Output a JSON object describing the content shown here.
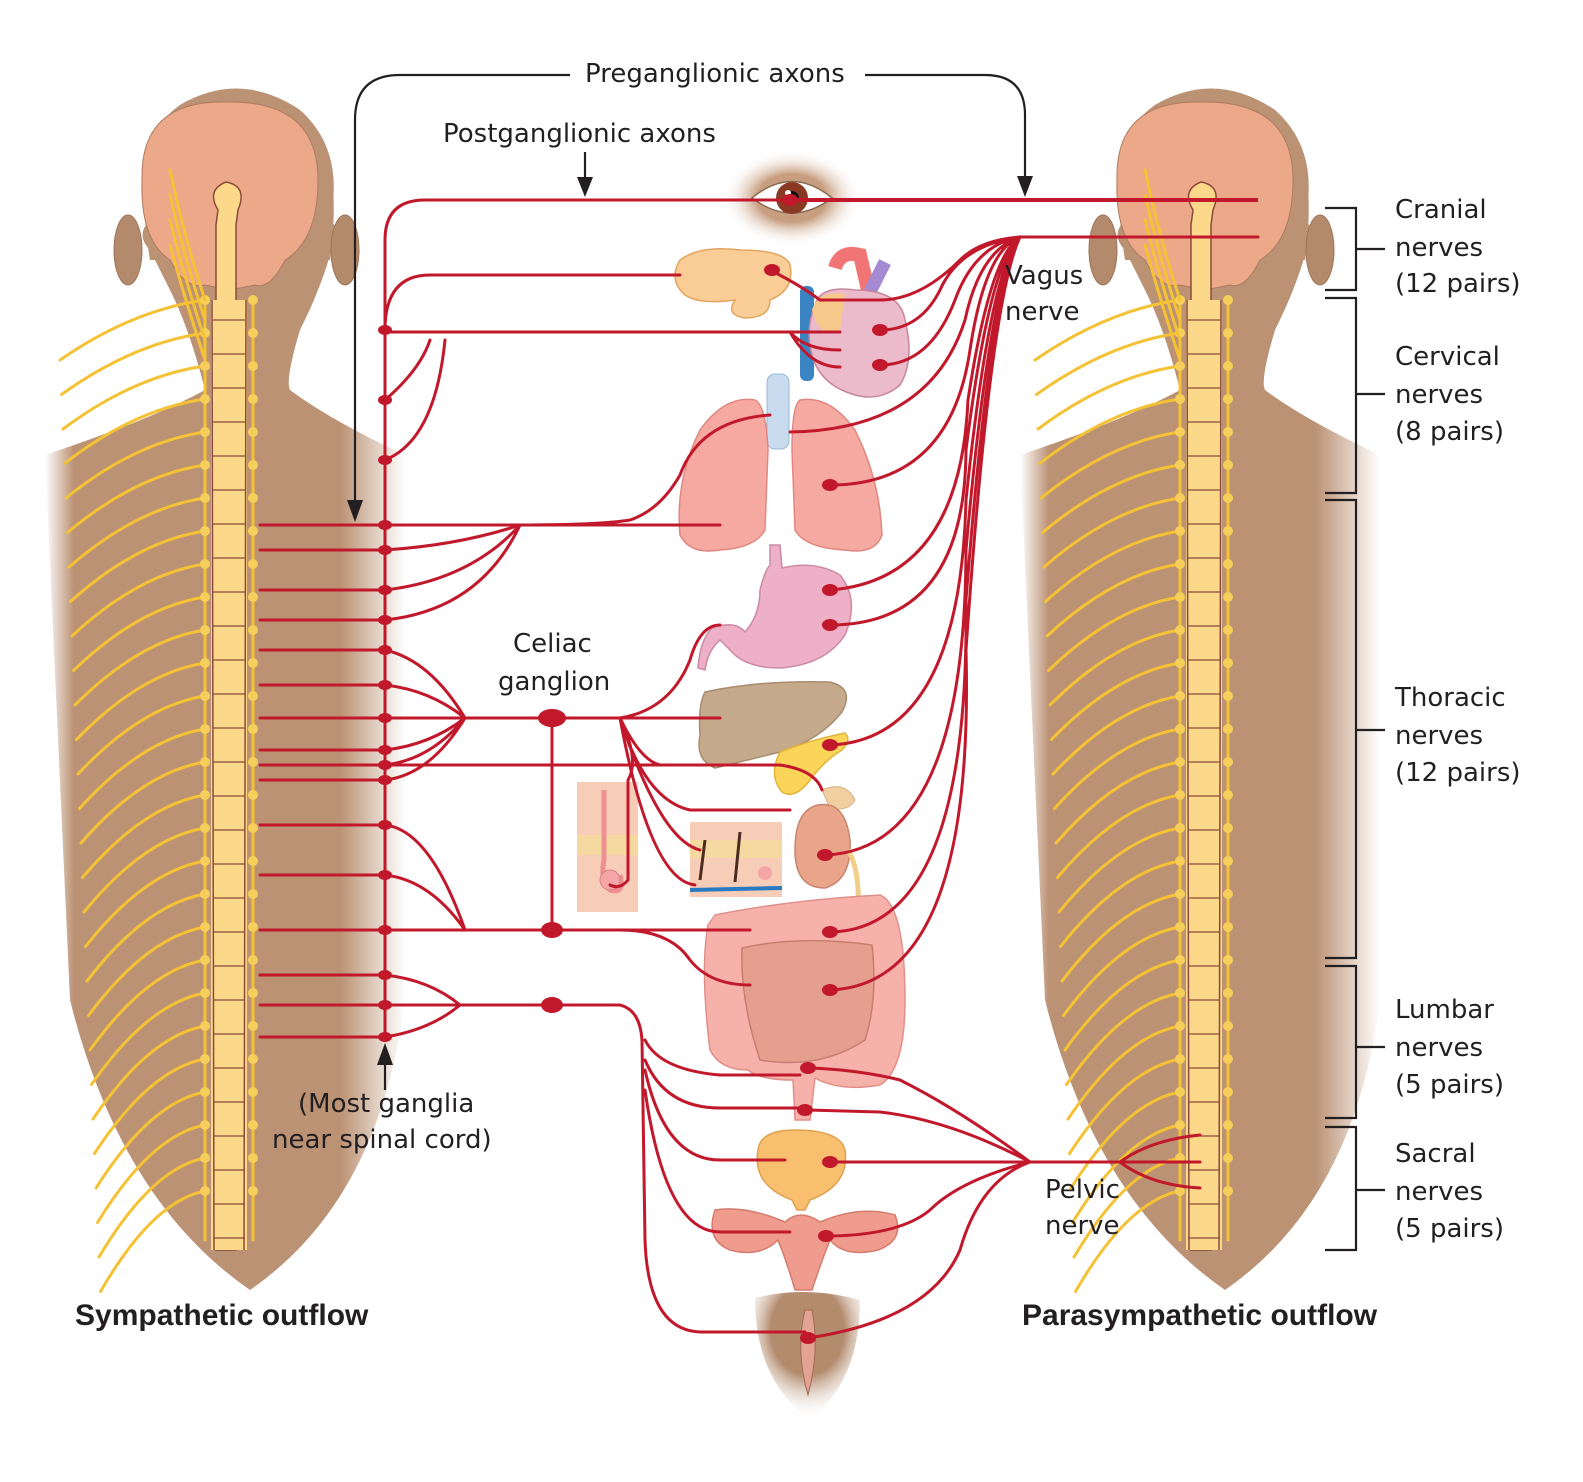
{
  "labels": {
    "preganglionic": "Preganglionic axons",
    "postganglionic": "Postganglionic axons",
    "vagus_line1": "Vagus",
    "vagus_line2": "nerve",
    "celiac_line1": "Celiac",
    "celiac_line2": "ganglion",
    "ganglia_line1": "(Most ganglia",
    "ganglia_line2": "near spinal cord)",
    "pelvic_line1": "Pelvic",
    "pelvic_line2": "nerve",
    "sympathetic": "Sympathetic outflow",
    "parasympathetic": "Parasympathetic outflow"
  },
  "spinal_regions": [
    {
      "name": "Cranial",
      "line2": "nerves",
      "line3": "(12 pairs)"
    },
    {
      "name": "Cervical",
      "line2": "nerves",
      "line3": "(8 pairs)"
    },
    {
      "name": "Thoracic",
      "line2": "nerves",
      "line3": "(12 pairs)"
    },
    {
      "name": "Lumbar",
      "line2": "nerves",
      "line3": "(5 pairs)"
    },
    {
      "name": "Sacral",
      "line2": "nerves",
      "line3": "(5 pairs)"
    }
  ],
  "organs": [
    "eye",
    "salivary-gland",
    "heart",
    "lungs",
    "stomach",
    "liver",
    "pancreas",
    "adrenal-kidney",
    "skin-sweat-gland",
    "skin-hair",
    "large-intestine",
    "small-intestine",
    "rectum",
    "bladder",
    "uterus-ovaries",
    "genitals"
  ],
  "colors": {
    "nerve": "#c2182b",
    "skin": "#bb9274",
    "brain": "#eba98a",
    "spinal_nerve": "#f4c234",
    "spinal_cord": "#fcd98a",
    "text": "#231f20"
  }
}
